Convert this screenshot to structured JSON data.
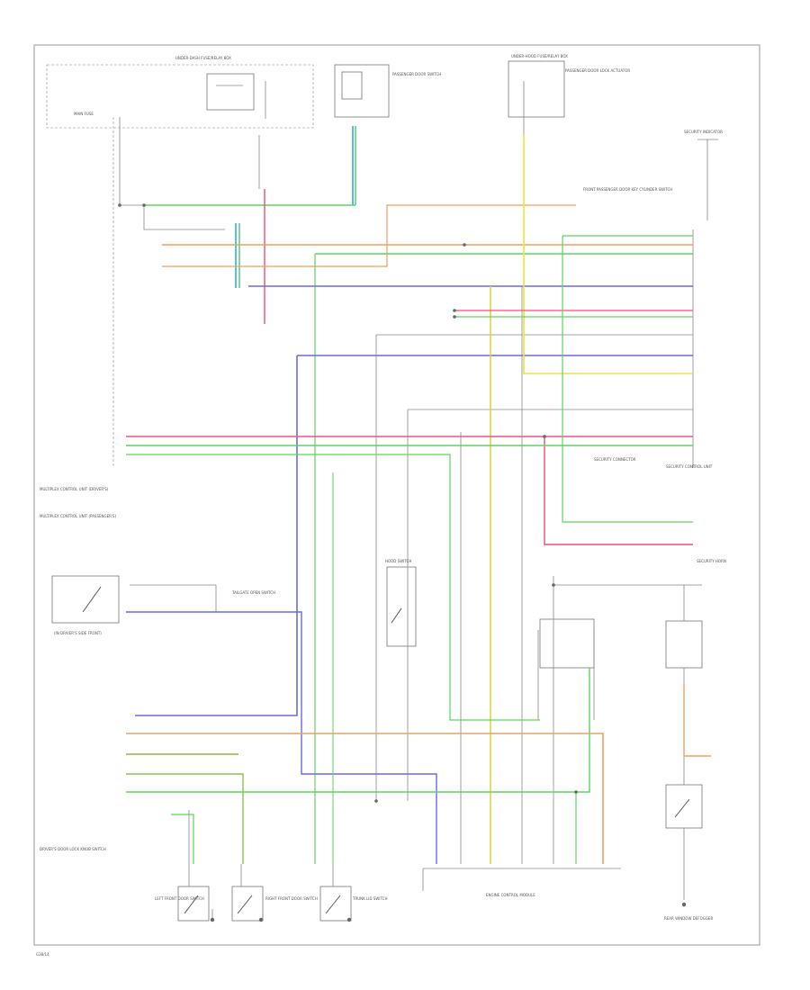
{
  "diagram": {
    "labels": {
      "fuse_box_left": "UNDER-DASH FUSE/RELAY BOX",
      "main_fuse": "MAIN FUSE",
      "passenger_door": "PASSENGER DOOR SWITCH",
      "fuse_box_right": "UNDER-HOOD FUSE/RELAY BOX",
      "pass_door_window": "PASSENGER DOOR LOCK ACTUATOR",
      "front_pass_switch": "FRONT PASSENGER DOOR KEY CYLINDER SWITCH",
      "indicator_lamp": "SECURITY INDICATOR",
      "left_unit_name": "MULTIPLEX CONTROL UNIT (DRIVER'S)",
      "security_connector": "SECURITY CONNECTOR",
      "security_unit": "SECURITY CONTROL UNIT",
      "left_unit_name_2": "MULTIPLEX CONTROL UNIT (PASSENGER'S)",
      "hood_switch": "HOOD SWITCH",
      "hood_switch_sub": "(IN DRIVER'S SIDE FRONT)",
      "security_horn": "SECURITY HORN",
      "tailgate_switch": "TAILGATE OPEN SWITCH",
      "engine_control_module": "ENGINE CONTROL MODULE",
      "driver_door_unit": "DRIVER'S DOOR LOCK KNOB SWITCH",
      "left_front_switch": "LEFT FRONT DOOR SWITCH",
      "right_front_switch": "RIGHT FRONT DOOR SWITCH",
      "trunk_switch": "TRUNK LID SWITCH",
      "rear_window": "REAR WINDOW DEFOGGER",
      "footnote": "G38/14"
    }
  }
}
